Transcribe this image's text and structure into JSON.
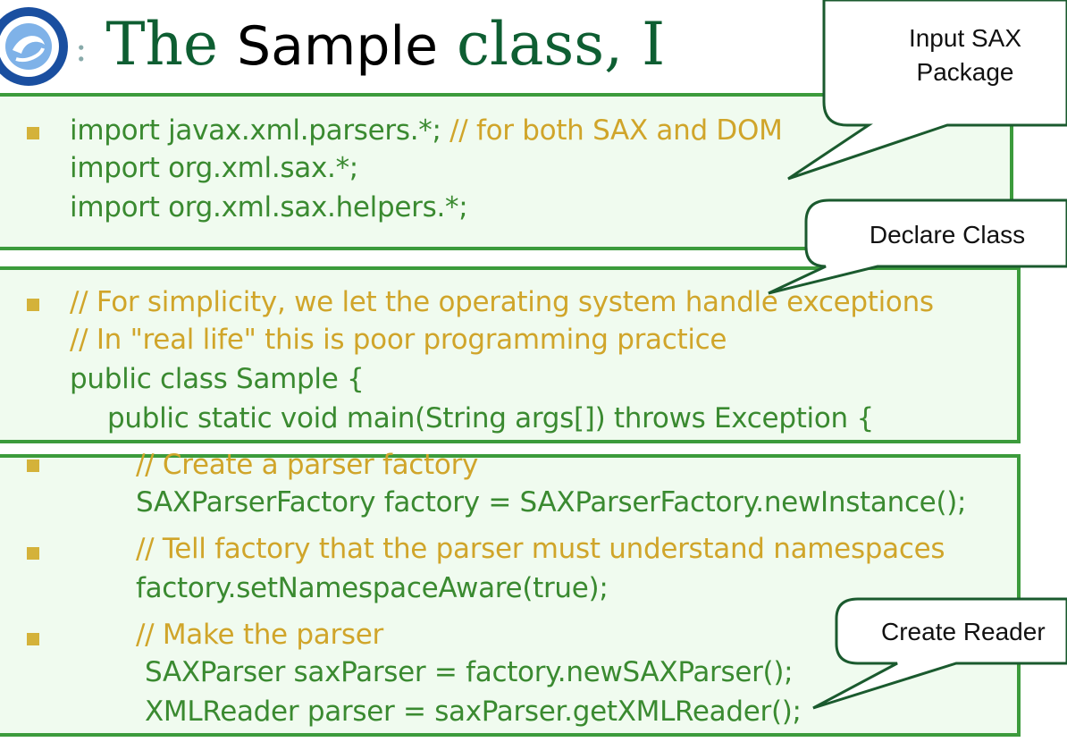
{
  "title": {
    "pre": "The",
    "mid": "Sample",
    "post": "class, I"
  },
  "callouts": {
    "input_sax": [
      "Input SAX",
      "Package"
    ],
    "declare_class": "Declare Class",
    "create_reader": "Create Reader"
  },
  "box1": {
    "l1_code": "import javax.xml.parsers.*;",
    "l1_comment": " // for both SAX and DOM",
    "l2": "import org.xml.sax.*;",
    "l3": "import org.xml.sax.helpers.*;"
  },
  "box2": {
    "l1": "// For simplicity, we let the operating system handle exceptions",
    "l2": "// In \"real life\" this is poor programming practice",
    "l3": "public class Sample {",
    "l4": "public static void main(String args[]) throws Exception {"
  },
  "box3": {
    "c1": "// Create a parser factory",
    "s1": "SAXParserFactory factory = SAXParserFactory.newInstance();",
    "c2": "// Tell factory that the parser must understand namespaces",
    "s2": "factory.setNamespaceAware(true);",
    "c3": "// Make the parser",
    "s3": "SAXParser saxParser = factory.newSAXParser();",
    "s4": "XMLReader parser = saxParser.getXMLReader();"
  }
}
